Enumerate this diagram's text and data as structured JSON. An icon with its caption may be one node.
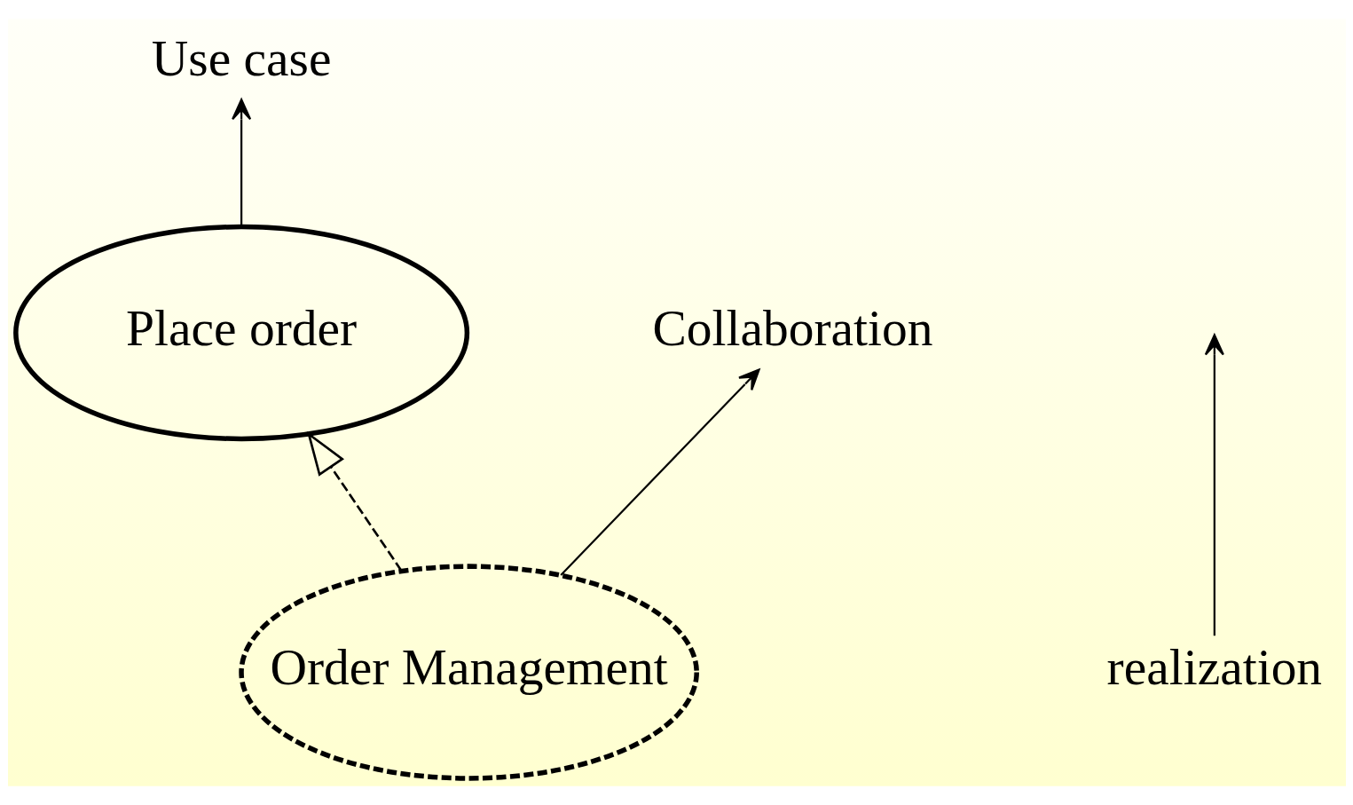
{
  "diagram": {
    "nodes": [
      {
        "text": [
          "Place order"
        ]
      },
      {
        "text": [
          "Order Management"
        ]
      },
      {
        "text": [
          "Use case"
        ]
      },
      {
        "text": [
          "Collaboration"
        ]
      },
      {
        "text": [
          "realization"
        ]
      }
    ],
    "edges": [
      {
        "from": 1,
        "to": 0,
        "arrow": "to",
        "style": "dashed"
      },
      {
        "from": 0,
        "to": 2,
        "arrow": "to"
      },
      {
        "from": 1,
        "to": 3,
        "arrow": "to"
      },
      {
        "from": 4,
        "to": null,
        "arrow": "to"
      }
    ]
  }
}
